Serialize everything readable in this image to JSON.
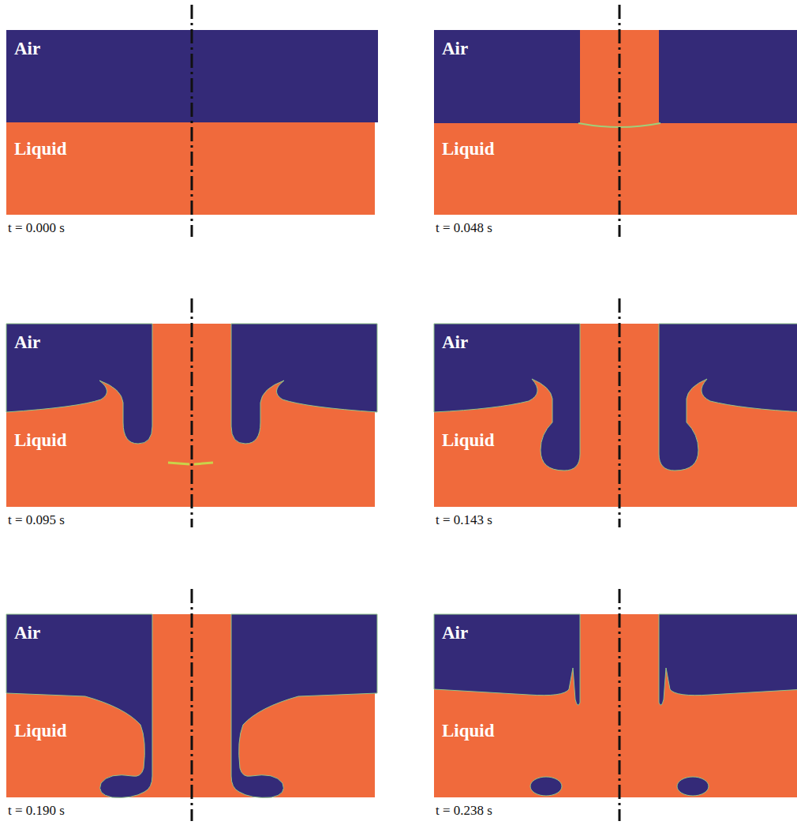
{
  "diagram": {
    "labels": [
      "Air",
      "Liquid",
      "t = 0.000 s",
      "Air",
      "Liquid",
      "t = 0.048 s",
      "Air",
      "Liquid",
      "t = 0.095 s",
      "Air",
      "Liquid",
      "t = 0.143 s",
      "Air",
      "Liquid",
      "t = 0.190 s",
      "Air",
      "Liquid",
      "t = 0.238 s"
    ]
  }
}
